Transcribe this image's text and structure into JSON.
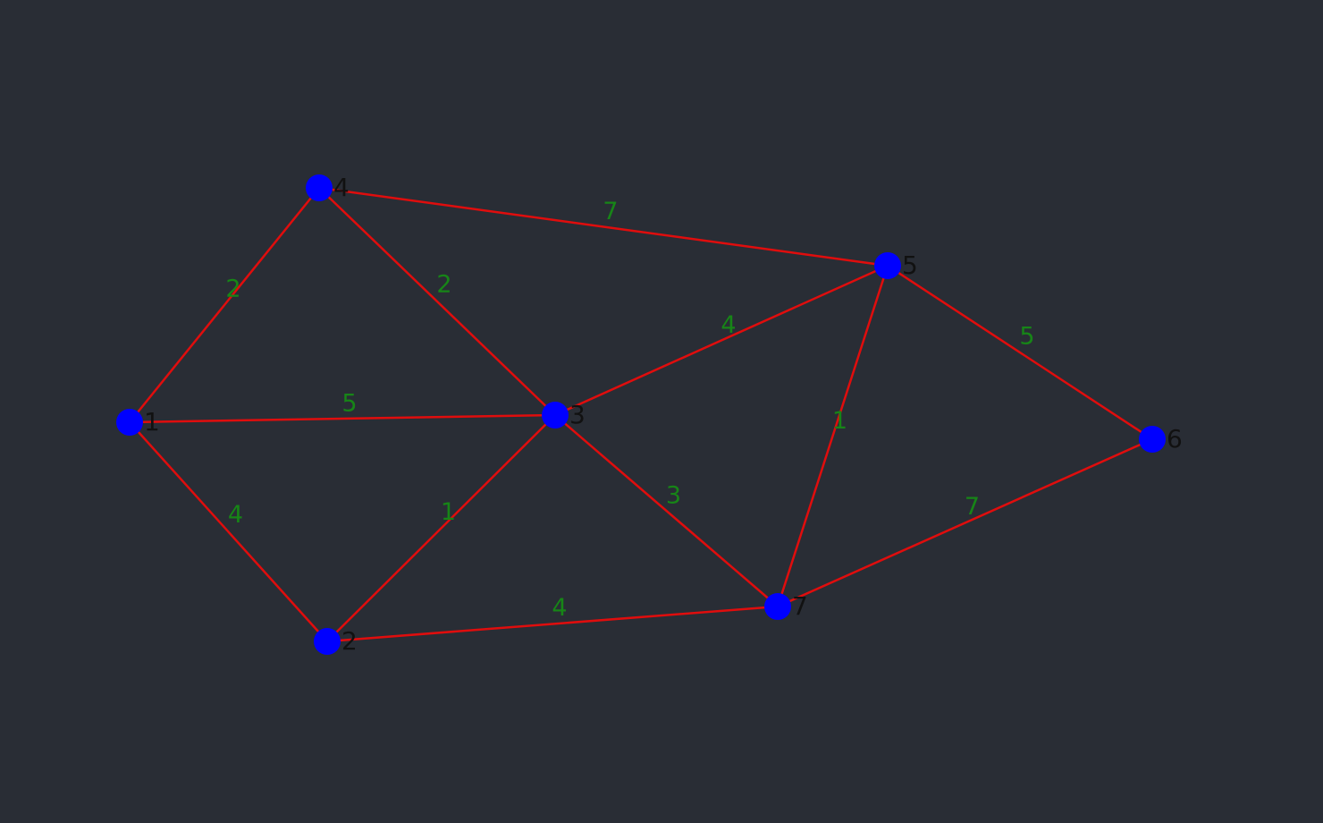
{
  "colors": {
    "background": "#292d35",
    "node": "#0000ff",
    "edge": "#e00d0d",
    "weight": "#178517",
    "label": "#111111"
  },
  "nodes": [
    {
      "id": "1"
    },
    {
      "id": "2"
    },
    {
      "id": "3"
    },
    {
      "id": "4"
    },
    {
      "id": "5"
    },
    {
      "id": "6"
    },
    {
      "id": "7"
    }
  ],
  "edges": [
    {
      "from": "1",
      "to": "4",
      "weight": "2"
    },
    {
      "from": "4",
      "to": "3",
      "weight": "2"
    },
    {
      "from": "4",
      "to": "5",
      "weight": "7"
    },
    {
      "from": "1",
      "to": "3",
      "weight": "5"
    },
    {
      "from": "1",
      "to": "2",
      "weight": "4"
    },
    {
      "from": "2",
      "to": "3",
      "weight": "1"
    },
    {
      "from": "2",
      "to": "7",
      "weight": "4"
    },
    {
      "from": "3",
      "to": "5",
      "weight": "4"
    },
    {
      "from": "3",
      "to": "7",
      "weight": "3"
    },
    {
      "from": "5",
      "to": "7",
      "weight": "1"
    },
    {
      "from": "5",
      "to": "6",
      "weight": "5"
    },
    {
      "from": "7",
      "to": "6",
      "weight": "7"
    }
  ]
}
